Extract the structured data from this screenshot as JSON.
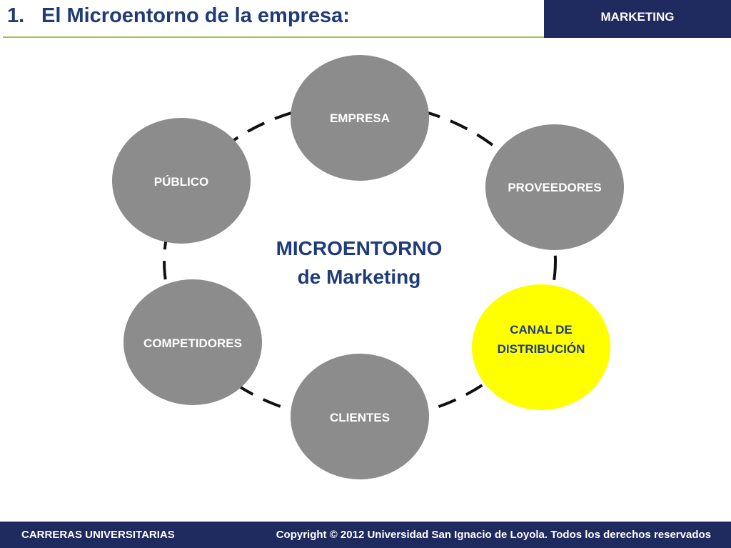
{
  "header": {
    "number": "1.",
    "title": "El Microentorno de la empresa:",
    "tag": "MARKETING"
  },
  "diagram": {
    "center": {
      "line1": "MICROENTORNO",
      "line2": "de Marketing"
    },
    "nodes": [
      {
        "id": "empresa",
        "label": "EMPRESA",
        "color": "#8c8c8c"
      },
      {
        "id": "proveedores",
        "label": "PROVEEDORES",
        "color": "#8c8c8c"
      },
      {
        "id": "canal",
        "label_line1": "CANAL DE",
        "label_line2": "DISTRIBUCIÓN",
        "color": "#ffff00"
      },
      {
        "id": "clientes",
        "label": "CLIENTES",
        "color": "#8c8c8c"
      },
      {
        "id": "competidores",
        "label": "COMPETIDORES",
        "color": "#8c8c8c"
      },
      {
        "id": "publico",
        "label": "PÚBLICO",
        "color": "#8c8c8c"
      }
    ],
    "connector_style": "dashed-ring"
  },
  "footer": {
    "left": "CARRERAS UNIVERSITARIAS",
    "right": "Copyright © 2012 Universidad San Ignacio de Loyola. Todos los derechos reservados"
  },
  "colors": {
    "title": "#1f3c78",
    "bar": "#1f2a5e",
    "rule": "#a6c34a",
    "node_gray": "#8c8c8c",
    "node_highlight": "#ffff00"
  }
}
